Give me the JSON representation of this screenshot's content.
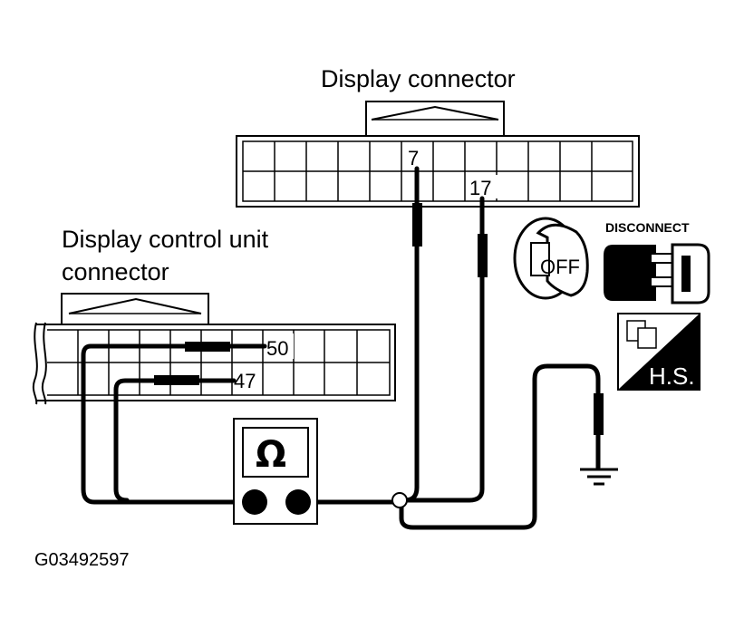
{
  "labels": {
    "display_connector": "Display connector",
    "dcu_connector_line1": "Display control unit",
    "dcu_connector_line2": "connector",
    "figure_id": "G03492597"
  },
  "pins": {
    "display_pin_a": "7",
    "display_pin_b": "17",
    "dcu_pin_a": "50",
    "dcu_pin_b": "47"
  },
  "icons": {
    "disconnect_text": "DISCONNECT",
    "ignition_text": "OFF",
    "harness_sign_text": "H.S.",
    "meter_symbol": "Ω"
  }
}
